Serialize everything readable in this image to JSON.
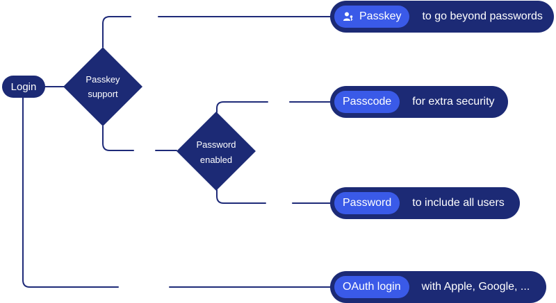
{
  "start": {
    "label": "Login"
  },
  "decisions": [
    {
      "id": "passkey-support",
      "lines": [
        "Passkey",
        "support"
      ]
    },
    {
      "id": "password-enabled",
      "lines": [
        "Password",
        "enabled"
      ]
    }
  ],
  "options": [
    {
      "chip": "Passkey",
      "description": "to go beyond passwords",
      "icon": "user-key-icon"
    },
    {
      "chip": "Passcode",
      "description": "for extra security"
    },
    {
      "chip": "Password",
      "description": "to include all users"
    },
    {
      "chip": "OAuth login",
      "description": "with Apple, Google, ..."
    }
  ],
  "colors": {
    "dark": "#1c2a75",
    "accent": "#3a5ae8",
    "line": "#1e2a78",
    "background": "#ffffff"
  }
}
